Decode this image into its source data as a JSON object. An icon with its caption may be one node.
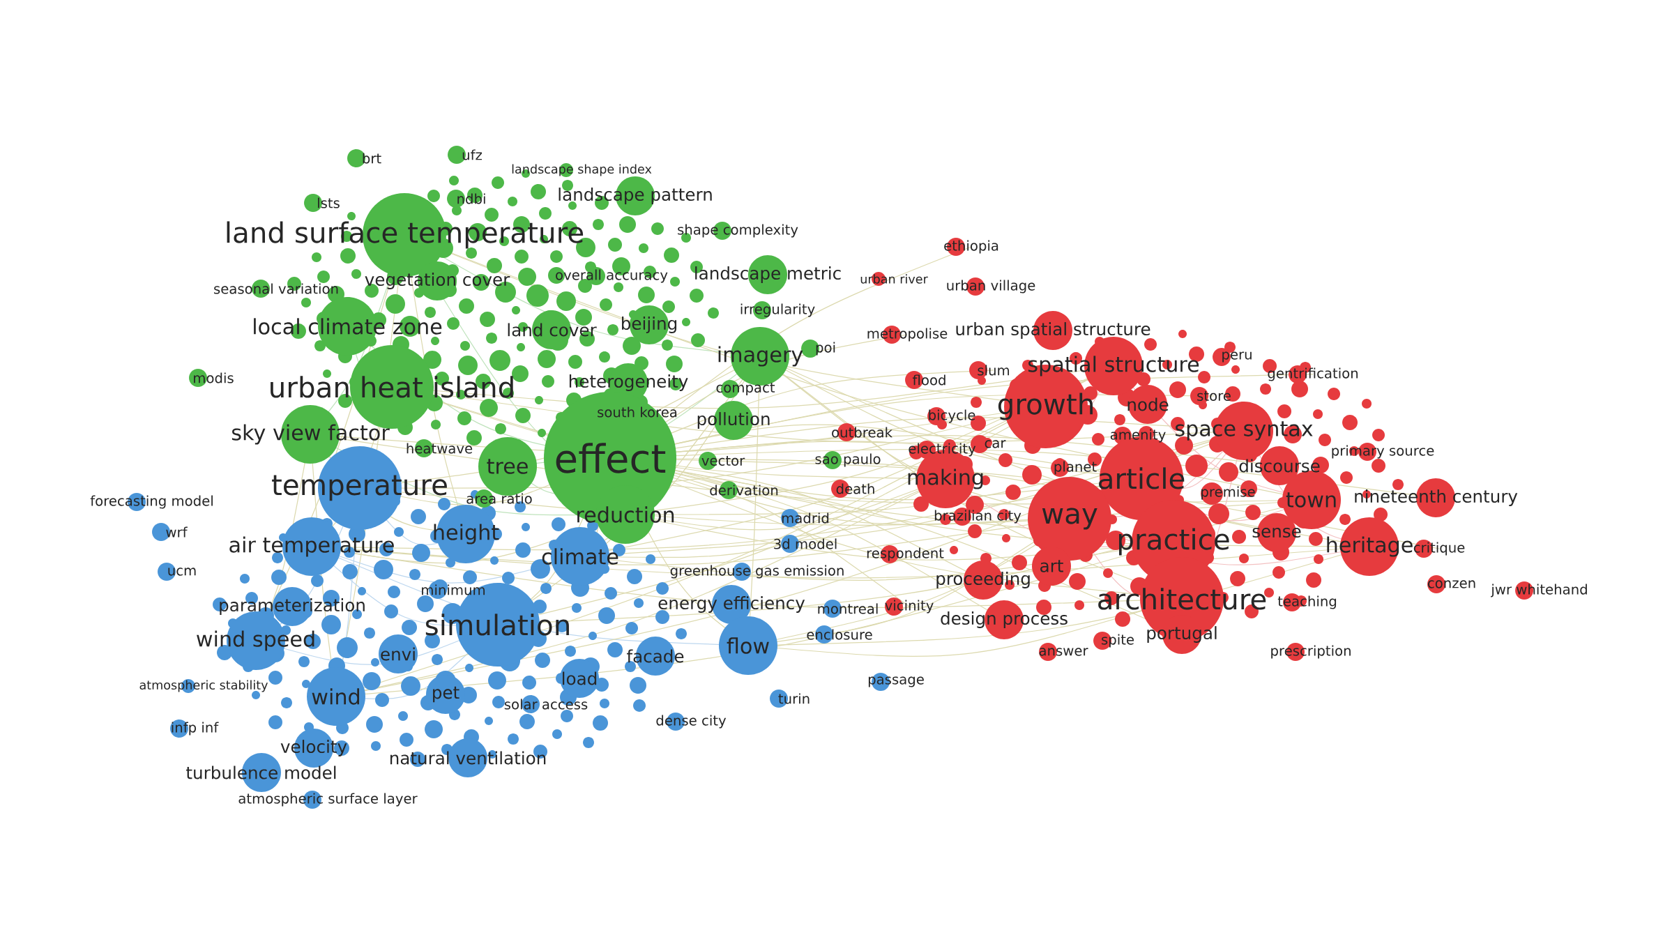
{
  "diagram": {
    "labels": [
      "brt",
      "ufz",
      "landscape shape index",
      "lsts",
      "ndbi",
      "landscape pattern",
      "shape complexity",
      "land surface temperature",
      "seasonal variation",
      "vegetation cover",
      "overall accuracy",
      "landscape metric",
      "irregularity",
      "local climate zone",
      "land cover",
      "beijing",
      "imagery",
      "poi",
      "modis",
      "urban heat island",
      "heterogeneity",
      "compact",
      "south korea",
      "pollution",
      "sky view factor",
      "heatwave",
      "tree",
      "effect",
      "vector",
      "sao paulo",
      "area ratio",
      "derivation",
      "reduction",
      "forecasting model",
      "temperature",
      "wrf",
      "height",
      "air temperature",
      "climate",
      "madrid",
      "3d model",
      "ucm",
      "minimum",
      "greenhouse gas emission",
      "parameterization",
      "energy efficiency",
      "simulation",
      "montreal",
      "wind speed",
      "enclosure",
      "flow",
      "envi",
      "facade",
      "atmospheric stability",
      "load",
      "passage",
      "wind",
      "pet",
      "solar access",
      "turin",
      "infp inf",
      "dense city",
      "velocity",
      "natural ventilation",
      "turbulence model",
      "atmospheric surface layer",
      "ethiopia",
      "urban river",
      "urban village",
      "metropolise",
      "urban spatial structure",
      "flood",
      "slum",
      "spatial structure",
      "peru",
      "gentrification",
      "growth",
      "node",
      "store",
      "bicycle",
      "amenity",
      "space syntax",
      "outbreak",
      "electricity",
      "car",
      "primary source",
      "planet",
      "discourse",
      "death",
      "making",
      "article",
      "premise",
      "town",
      "nineteenth century",
      "way",
      "brazilian city",
      "sense",
      "practice",
      "heritage",
      "critique",
      "respondent",
      "art",
      "proceeding",
      "conzen",
      "jwr whitehand",
      "vicinity",
      "architecture",
      "teaching",
      "design process",
      "answer",
      "spite",
      "portugal",
      "prescription"
    ]
  }
}
